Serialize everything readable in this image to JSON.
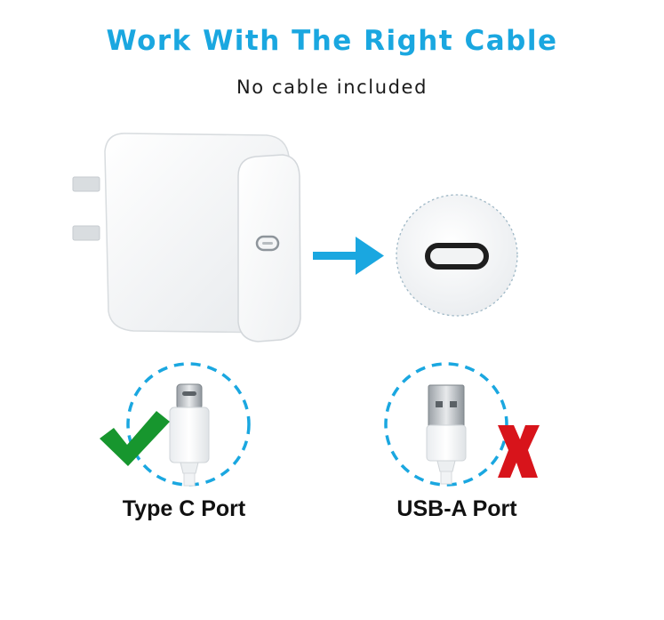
{
  "header": {
    "title": "Work With The Right Cable",
    "subtitle": "No cable included"
  },
  "ports": [
    {
      "label": "Type C Port",
      "status": "compatible",
      "mark_icon": "check-icon",
      "mark_color": "#17962e"
    },
    {
      "label": "USB-A Port",
      "status": "incompatible",
      "mark_icon": "x-icon",
      "mark_color": "#d8141b"
    }
  ],
  "colors": {
    "accent": "#1aa7e0",
    "check": "#17962e",
    "cross": "#d8141b"
  }
}
